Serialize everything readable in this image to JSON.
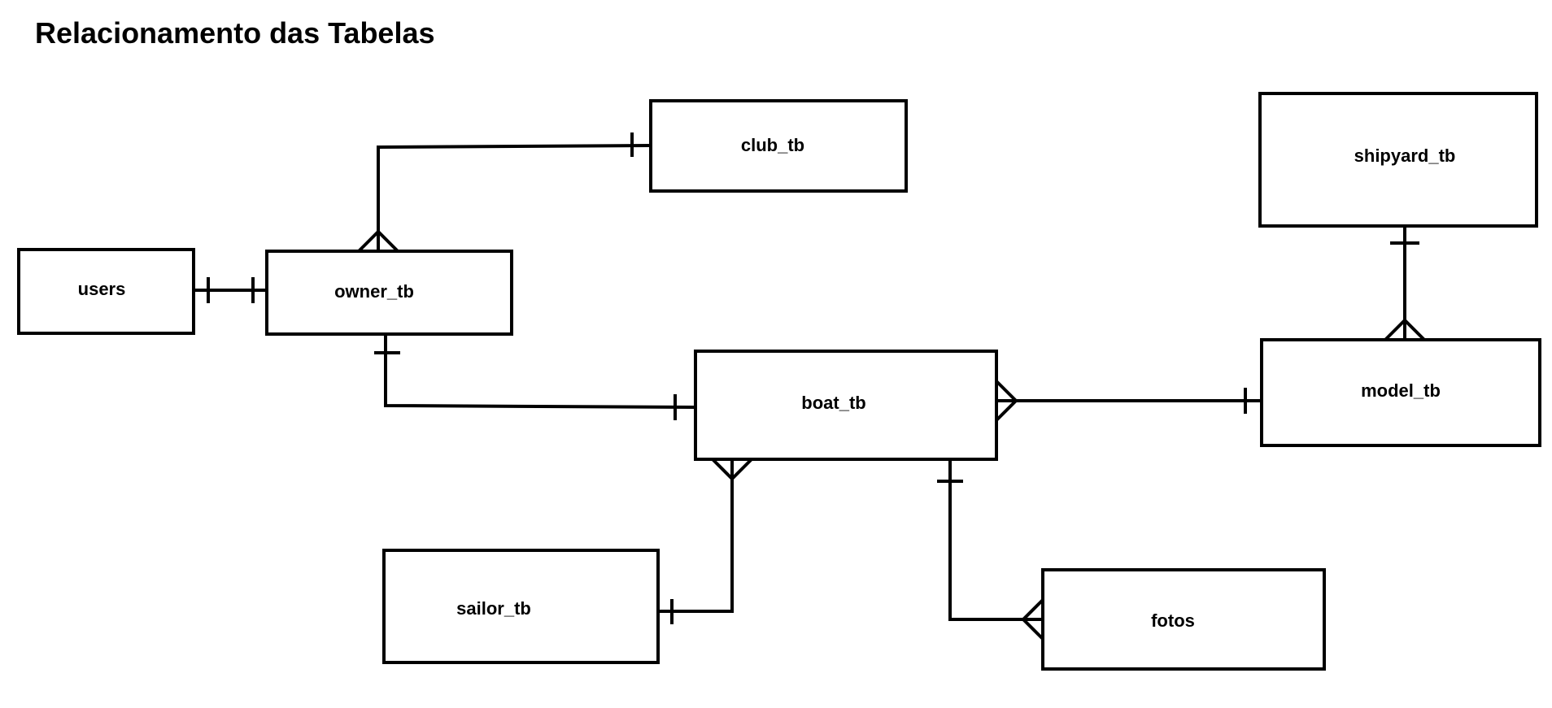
{
  "title": "Relacionamento das Tabelas",
  "entities": {
    "users": "users",
    "owner": "owner_tb",
    "club": "club_tb",
    "boat": "boat_tb",
    "shipyard": "shipyard_tb",
    "model": "model_tb",
    "sailor": "sailor_tb",
    "fotos": "fotos"
  },
  "relationships": [
    {
      "from": "users",
      "to": "owner_tb",
      "from_end": "one",
      "to_end": "one"
    },
    {
      "from": "owner_tb",
      "to": "club_tb",
      "from_end": "many",
      "to_end": "one"
    },
    {
      "from": "owner_tb",
      "to": "boat_tb",
      "from_end": "one",
      "to_end": "one"
    },
    {
      "from": "boat_tb",
      "to": "model_tb",
      "from_end": "many",
      "to_end": "one"
    },
    {
      "from": "model_tb",
      "to": "shipyard_tb",
      "from_end": "many",
      "to_end": "one"
    },
    {
      "from": "boat_tb",
      "to": "sailor_tb",
      "from_end": "many",
      "to_end": "one"
    },
    {
      "from": "boat_tb",
      "to": "fotos",
      "from_end": "one",
      "to_end": "many"
    }
  ],
  "colors": {
    "stroke": "#000000",
    "background": "#ffffff"
  }
}
